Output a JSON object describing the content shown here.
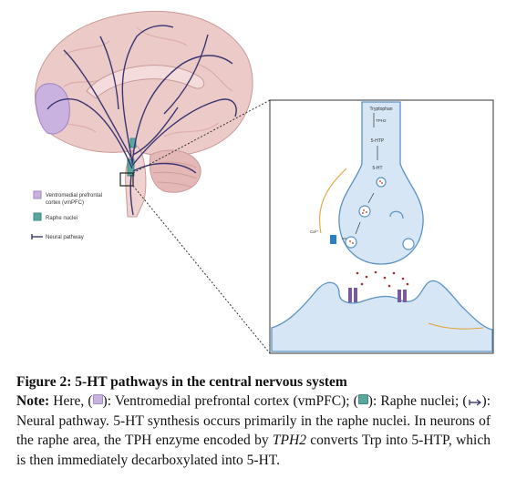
{
  "legend": {
    "vmpfc_line1": "Ventromedial prefrontal",
    "vmpfc_line2": "cortex (vmPFC)",
    "raphe": "Raphe nuclei",
    "pathway": "Neural pathway"
  },
  "synapse": {
    "tryptophan": "Tryptophan",
    "tph2": "TPH2",
    "htp": "5-HTP",
    "ht": "5-HT",
    "ca": "Ca²⁺"
  },
  "colors": {
    "vmpfc": "#c9b2e0",
    "raphe": "#5aa7a0",
    "pathway": "#3a3570",
    "neuron_fill": "#d6e6f4",
    "neuron_stroke": "#5b93c4",
    "brain": "#e9c3c1"
  },
  "caption": {
    "title": "Figure 2: 5-HT pathways in the central nervous system",
    "note_label": "Note:",
    "note_part1": " Here, (",
    "note_part2": "): Ventromedial prefrontal cortex (vmPFC); (",
    "note_part3": "): Raphe nuclei; (",
    "note_part4": "): Neural pathway. 5-HT synthesis occurs primarily in the raphe nuclei. In neurons of the raphe area, the TPH enzyme encoded by ",
    "note_gene": "TPH2",
    "note_part5": " converts Trp into 5-HTP, which is then immediately decarboxylated into 5-HT."
  }
}
